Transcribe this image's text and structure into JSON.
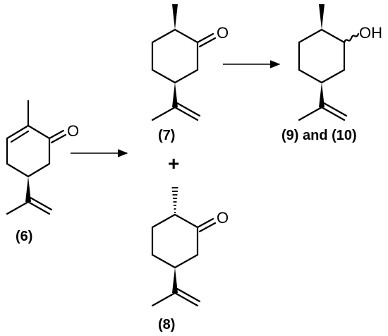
{
  "compounds": {
    "c6": {
      "label": "(6)",
      "atom": "O"
    },
    "c7": {
      "label": "(7)",
      "atom": "O"
    },
    "c8": {
      "label": "(8)",
      "atom": "O"
    },
    "c9": {
      "label": "(9) and (10)",
      "atom": "OH"
    }
  },
  "plus": "+"
}
